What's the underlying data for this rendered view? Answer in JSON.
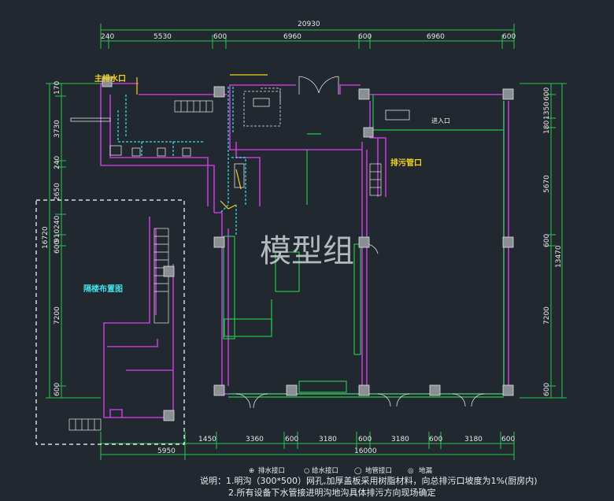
{
  "dimensions": {
    "top_total": "20930",
    "top_segments": [
      "240",
      "5530",
      "600",
      "6960",
      "600",
      "6960",
      "600"
    ],
    "bottom_segments": [
      "1450",
      "3360",
      "600",
      "3180",
      "600",
      "3180",
      "600",
      "3180",
      "600"
    ],
    "bottom_total_left": "5950",
    "bottom_total_right": "16000",
    "left_segments": [
      "170",
      "3730",
      "240",
      "2650",
      "910240",
      "600",
      "7200",
      "600"
    ],
    "left_total": "16720",
    "right_segments": [
      "600",
      "1350",
      "180",
      "5670",
      "600",
      "7200",
      "600"
    ],
    "right_total": "13470"
  },
  "labels": {
    "main_drain": "主排水口",
    "sewage_pipe": "排污管口",
    "mezzanine": "隔楼布置图",
    "inflow": "进入口",
    "watermark": "模型组"
  },
  "legend": {
    "items": [
      {
        "symbol": "⊕",
        "text": "排水接口"
      },
      {
        "symbol": "○",
        "text": "给水接口"
      },
      {
        "symbol": "◯",
        "text": "地管接口"
      },
      {
        "symbol": "◎",
        "text": "地漏"
      }
    ]
  },
  "notes": {
    "line1": "说明：1.明沟（300*500）网孔,加厚盖板采用树脂材料，向总排污口坡度为1%(厨房内)",
    "line2": "2.所有设备下水管接进明沟地沟具体排污方向现场确定"
  },
  "colors": {
    "background": "#212830",
    "wall": "#c23bd6",
    "dimension": "#27c64a",
    "drain": "#3fe0e6",
    "highlight": "#f2d21b"
  }
}
